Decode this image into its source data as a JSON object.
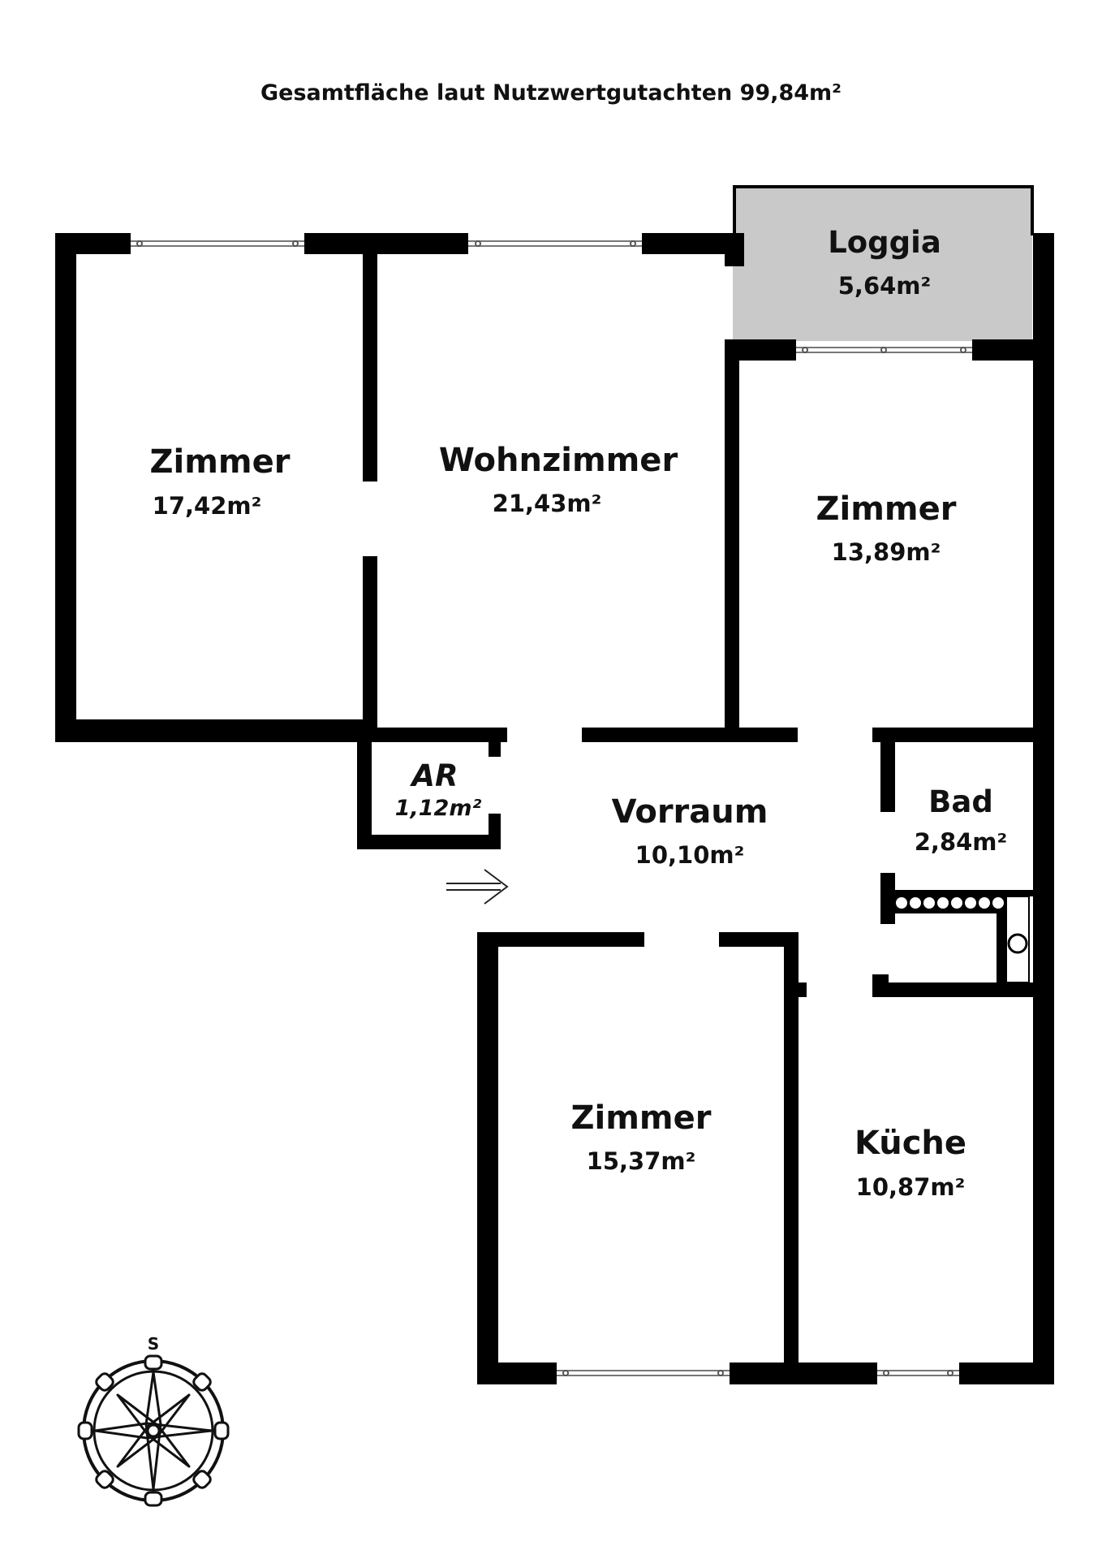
{
  "header": {
    "title": "Gesamtfläche laut Nutzwertgutachten 99,84m²"
  },
  "rooms": {
    "zimmer_west": {
      "name": "Zimmer",
      "area": "17,42m²"
    },
    "wohnzimmer": {
      "name": "Wohnzimmer",
      "area": "21,43m²"
    },
    "loggia": {
      "name": "Loggia",
      "area": "5,64m²"
    },
    "zimmer_east": {
      "name": "Zimmer",
      "area": "13,89m²"
    },
    "abstellraum": {
      "name": "AR",
      "area": "1,12m²"
    },
    "vorraum": {
      "name": "Vorraum",
      "area": "10,10m²"
    },
    "bad": {
      "name": "Bad",
      "area": "2,84m²"
    },
    "zimmer_south": {
      "name": "Zimmer",
      "area": "15,37m²"
    },
    "kueche": {
      "name": "Küche",
      "area": "10,87m²"
    }
  },
  "compass": {
    "label": "S",
    "icon": "compass-rose-icon"
  },
  "entrance": {
    "icon": "entrance-arrow-icon"
  },
  "colors": {
    "wall": "#000000",
    "loggia_fill": "#c9c9c9",
    "background": "#ffffff"
  }
}
